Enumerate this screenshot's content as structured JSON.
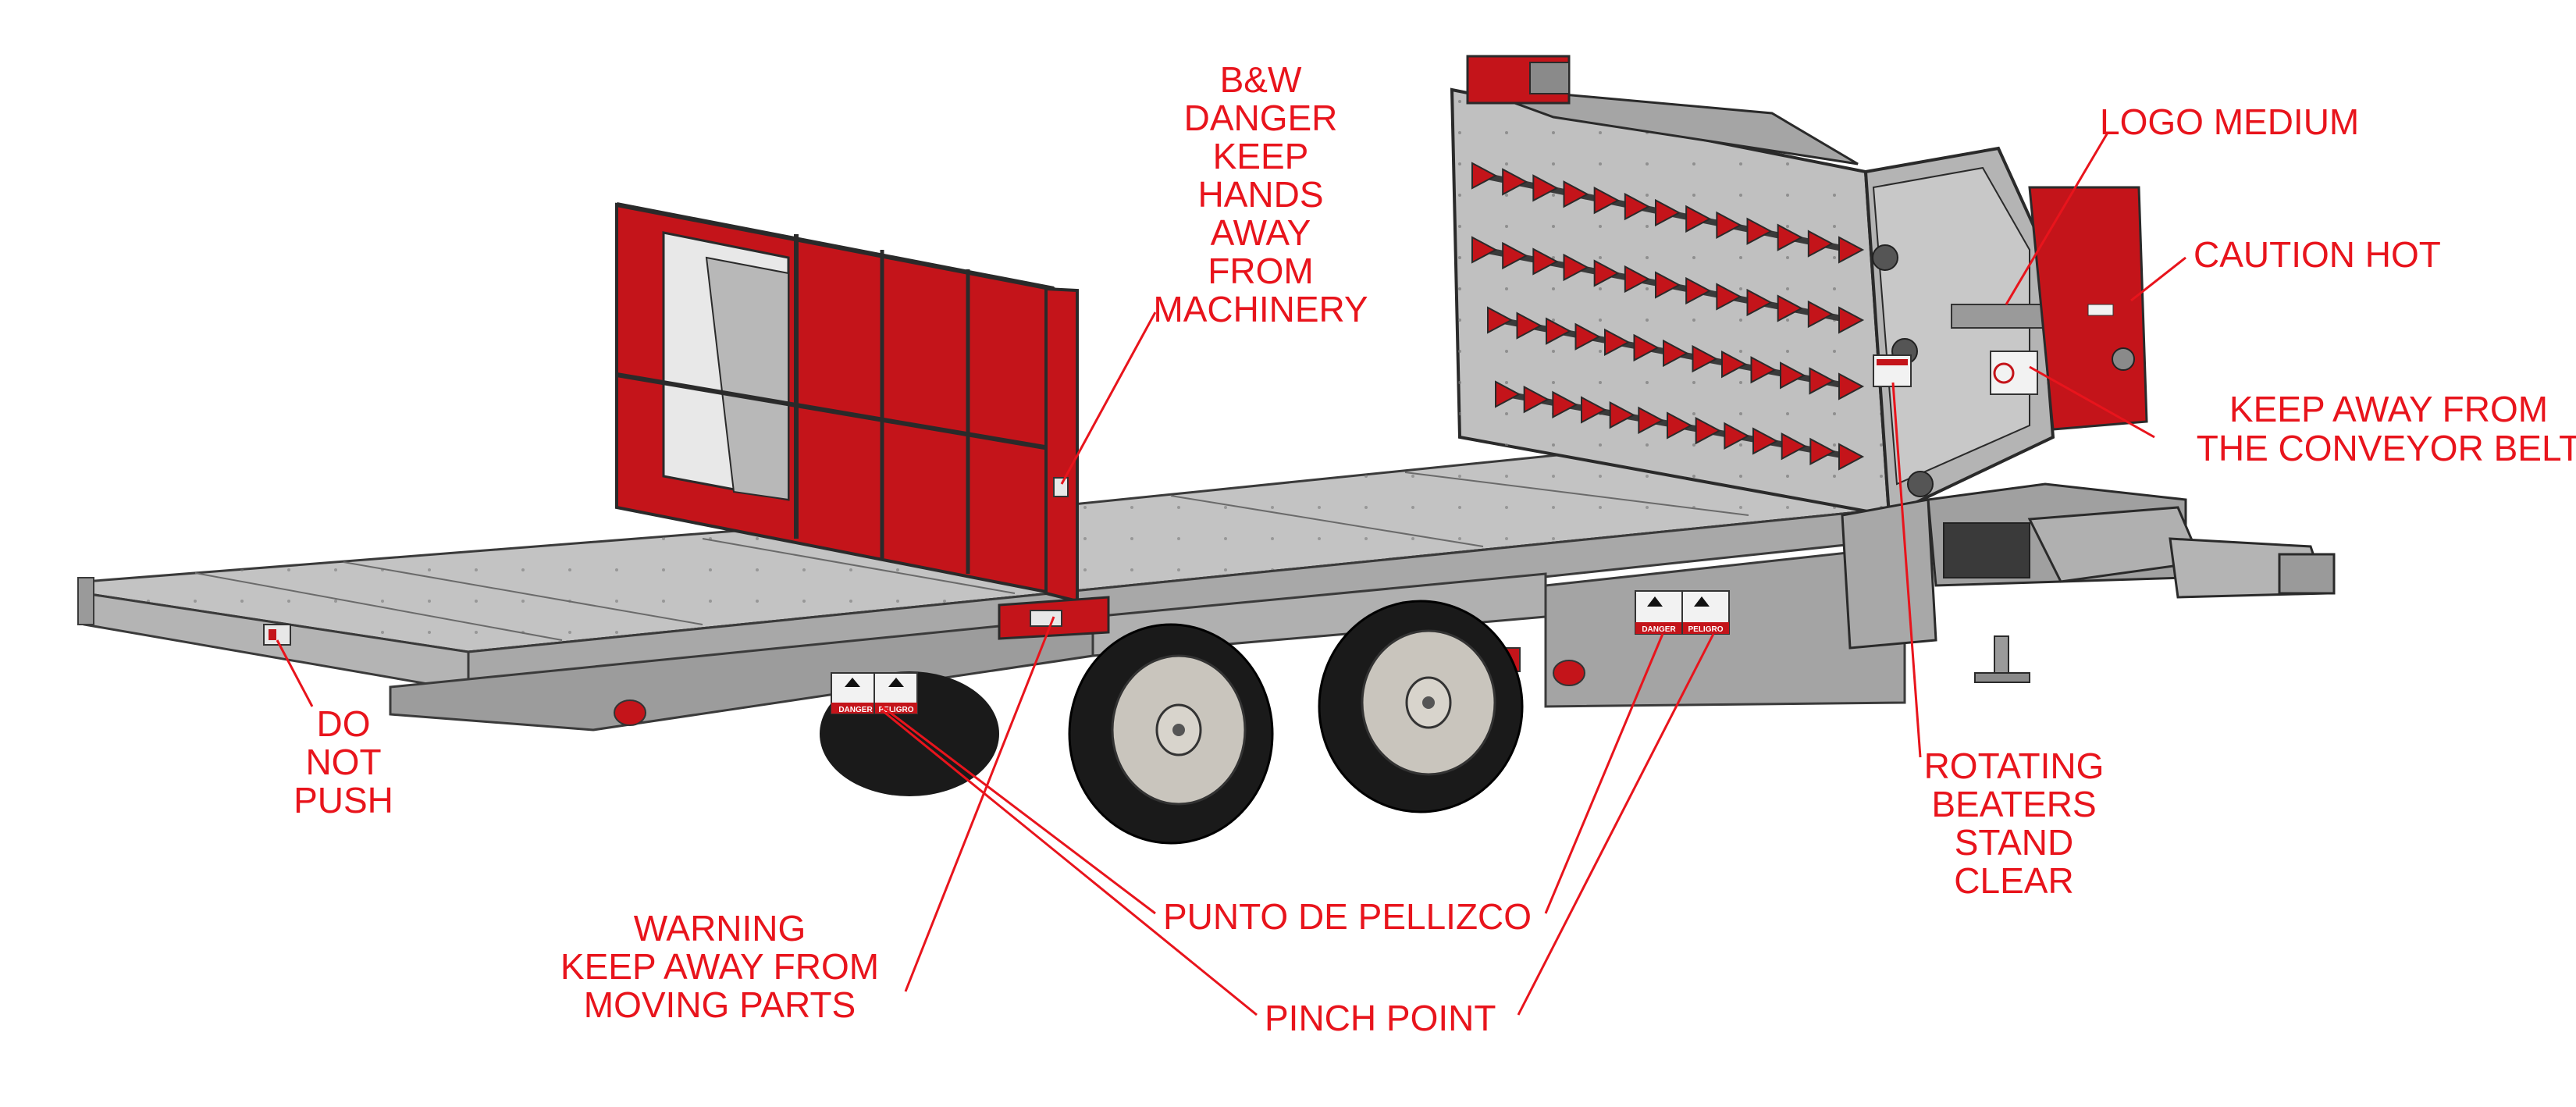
{
  "colors": {
    "label_red": "#e8141c",
    "frame_red": "#c4141a",
    "steel_gray": "#b9b9b9",
    "steel_dark": "#8a8a8a",
    "tire_black": "#1a1a1a",
    "rim_gray": "#c9c5bd",
    "background": "#ffffff"
  },
  "labels": {
    "bw_danger": [
      "B&W",
      "DANGER",
      "KEEP",
      "HANDS",
      "AWAY",
      "FROM",
      "MACHINERY"
    ],
    "logo_medium": [
      "LOGO MEDIUM"
    ],
    "caution_hot": [
      "CAUTION HOT"
    ],
    "keep_away_conveyor": [
      "KEEP AWAY FROM",
      "THE CONVEYOR BELT"
    ],
    "rotating_beaters": [
      "ROTATING",
      "BEATERS",
      "STAND",
      "CLEAR"
    ],
    "do_not_push": [
      "DO",
      "NOT",
      "PUSH"
    ],
    "warning_moving_parts": [
      "WARNING",
      "KEEP AWAY FROM",
      "MOVING PARTS"
    ],
    "punto_de_pellizco": [
      "PUNTO DE PELLIZCO"
    ],
    "pinch_point": [
      "PINCH POINT"
    ]
  },
  "decals": {
    "pinch": "PINCH POINT",
    "danger": "DANGER",
    "peligro": "PELIGRO",
    "punto": "PUNTO DE PELLIZCO"
  }
}
